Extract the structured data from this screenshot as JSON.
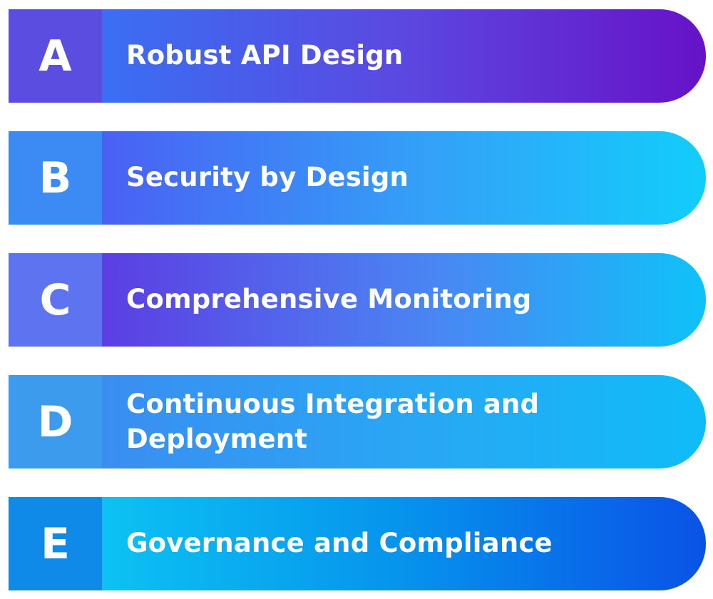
{
  "items": [
    {
      "letter": "A",
      "label": "Robust API Design"
    },
    {
      "letter": "B",
      "label": "Security by Design"
    },
    {
      "letter": "C",
      "label": "Comprehensive Monitoring"
    },
    {
      "letter": "D",
      "label": "Continuous Integration and Deployment"
    },
    {
      "letter": "E",
      "label": "Governance and Compliance"
    }
  ],
  "colors": {
    "a": "#6712c7",
    "b": "#12cdfb",
    "c": "#0fc2f9",
    "d": "#0fbcf8",
    "e": "#0a52e6"
  }
}
